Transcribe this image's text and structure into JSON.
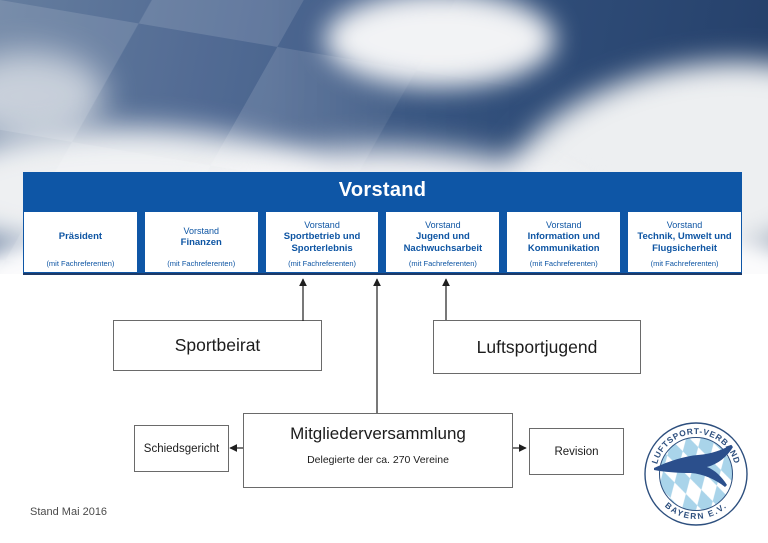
{
  "banner": {
    "title": "Vorstand",
    "boxes": [
      {
        "pre": "",
        "name": "Präsident",
        "note": "(mit Fachreferenten)"
      },
      {
        "pre": "Vorstand",
        "name": "Finanzen",
        "note": "(mit Fachreferenten)"
      },
      {
        "pre": "Vorstand",
        "name": "Sportbetrieb und Sporterlebnis",
        "note": "(mit Fachreferenten)"
      },
      {
        "pre": "Vorstand",
        "name": "Jugend und Nachwuchsarbeit",
        "note": "(mit Fachreferenten)"
      },
      {
        "pre": "Vorstand",
        "name": "Information und Kommunikation",
        "note": "(mit Fachreferenten)"
      },
      {
        "pre": "Vorstand",
        "name": "Technik, Umwelt und Flugsicherheit",
        "note": "(mit Fachreferenten)"
      }
    ]
  },
  "diagram": {
    "sportbeirat": "Sportbeirat",
    "luftsportjugend": "Luftsportjugend",
    "mitgliederversammlung": {
      "title": "Mitgliederversammlung",
      "subtitle": "Delegierte der ca. 270 Vereine"
    },
    "schiedsgericht": "Schiedsgericht",
    "revision": "Revision"
  },
  "logo": {
    "top_text": "LUFTSPORT-VERBAND",
    "bottom_text": "BAYERN E.V."
  },
  "footer": {
    "stand_label": "Stand Mai 2016"
  },
  "colors": {
    "banner_blue": "#0e56a6",
    "banner_edge_dark": "#1d3a68",
    "box_text_blue": "#0e55a3",
    "logo_navy": "#2d4f7e",
    "logo_bird_blue": "#2b4f8c",
    "lozenge_light_blue": "#a9d4ea"
  }
}
